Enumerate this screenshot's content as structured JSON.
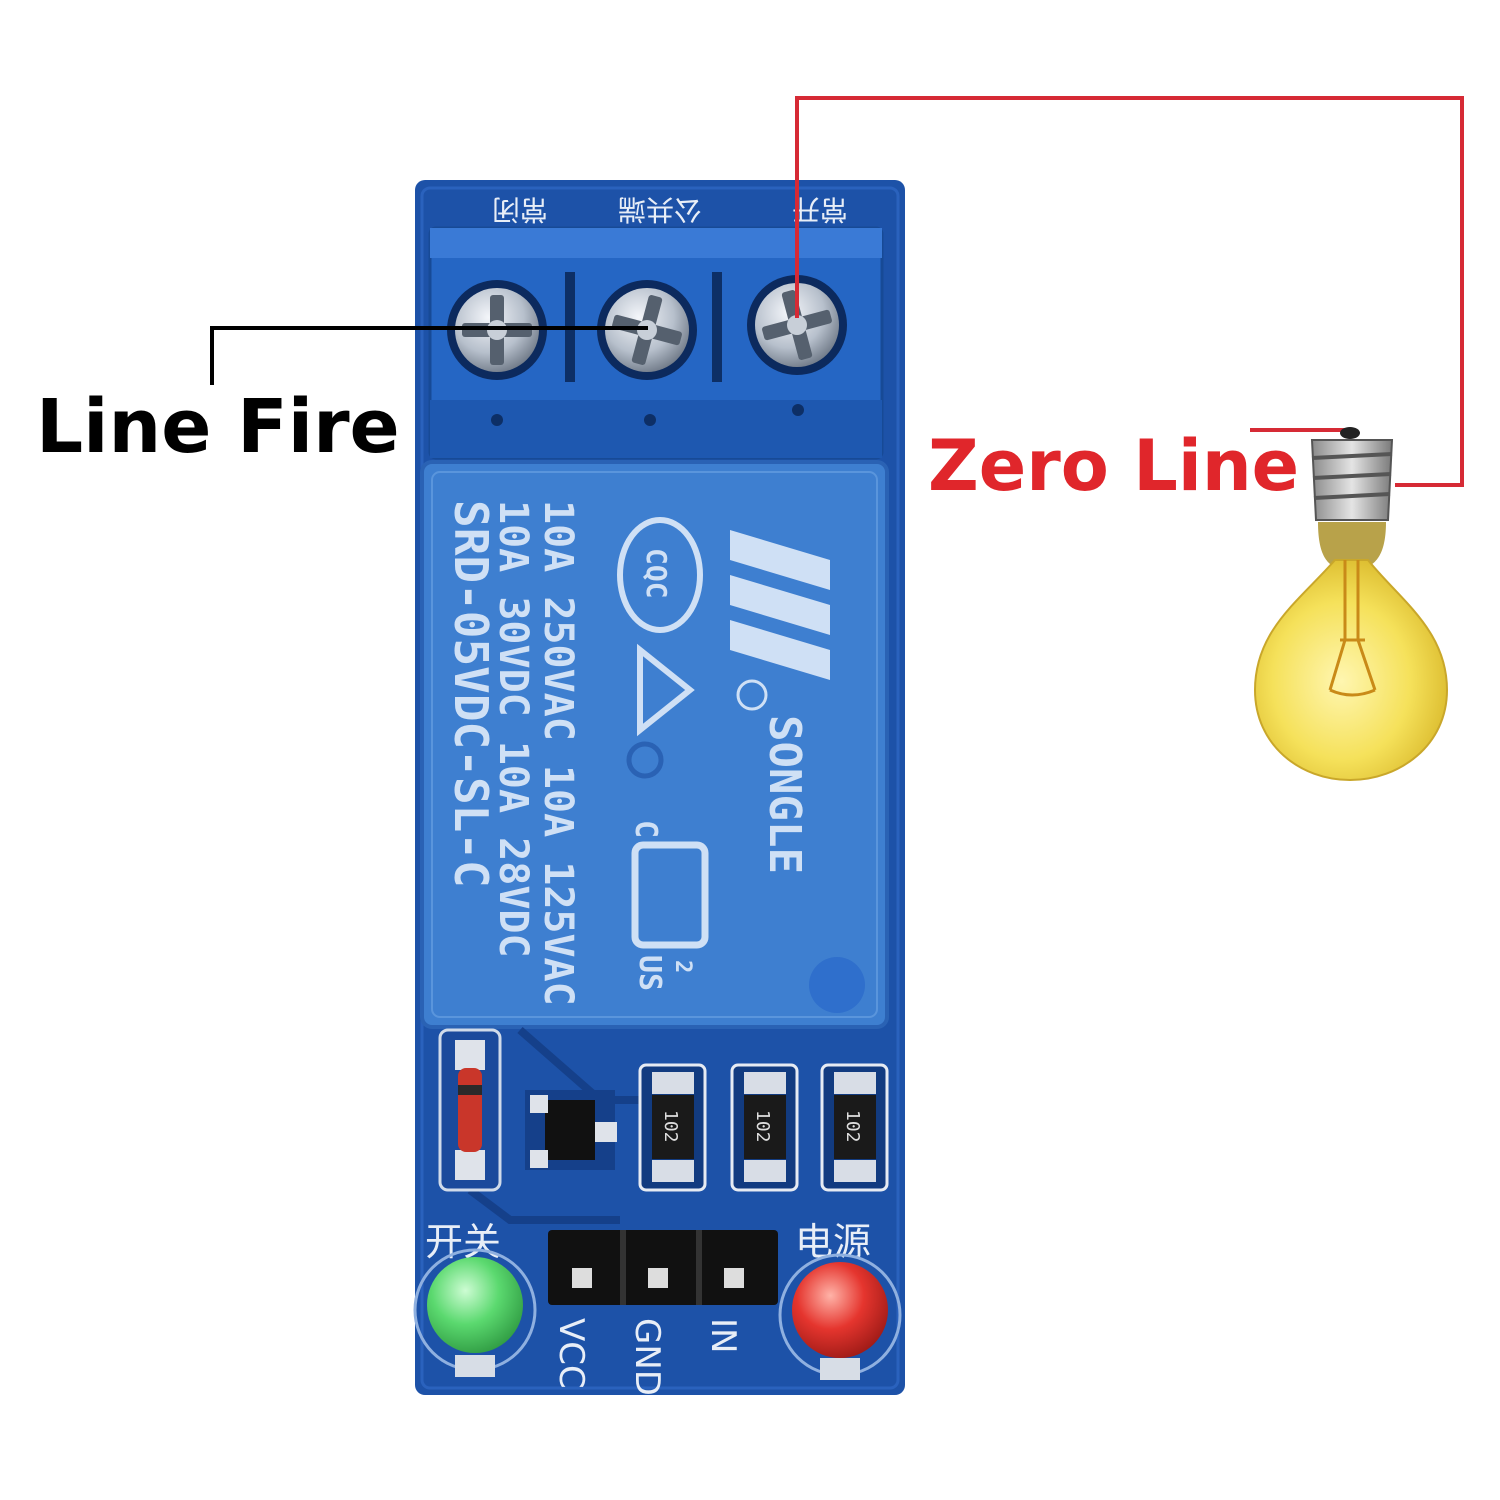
{
  "labels": {
    "line_fire": "Line Fire",
    "zero_line": "Zero Line"
  },
  "terminal_block": {
    "silk_labels": [
      "常闭",
      "公共端",
      "常开"
    ]
  },
  "relay": {
    "print_lines": [
      "SRD-05VDC-SL-C",
      "10A 30VDC   10A 28VDC",
      "10A 250VAC  10A 125VAC"
    ],
    "brand": "SONGLE",
    "cqc": "CQC",
    "us_mark": "US",
    "us_sup": "2",
    "c_mark": "C"
  },
  "resistors": [
    "102",
    "102",
    "102"
  ],
  "header_pins": [
    "VCC",
    "GND",
    "IN"
  ],
  "led_labels": {
    "switch": "开关",
    "power": "电源"
  },
  "colors": {
    "pcb": "#1d52a8",
    "relay": "#3e7fd0",
    "terminal": "#2566c4",
    "wire_red": "#d62a35",
    "wire_black": "#000000",
    "led_green": "#4fd86a",
    "led_red": "#e5352e",
    "bulb": "#f3df55"
  }
}
